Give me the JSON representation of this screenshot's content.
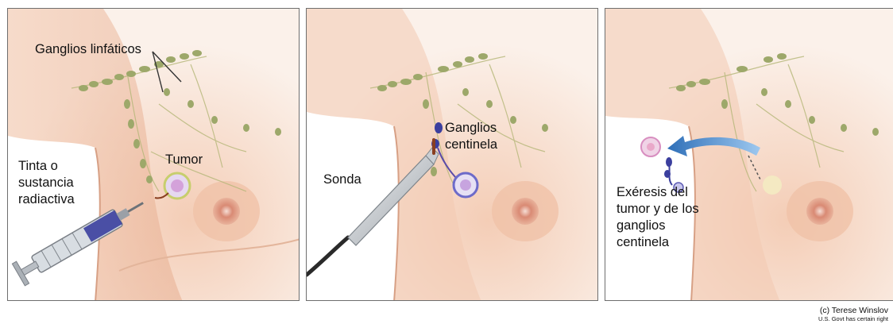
{
  "panels": [
    {
      "labels": {
        "lymph_nodes": "Ganglios linfáticos",
        "tumor": "Tumor",
        "dye": "Tinta o\nsustancia\nradiactiva"
      }
    },
    {
      "labels": {
        "probe": "Sonda",
        "sentinel_nodes": "Ganglios\ncentinela"
      }
    },
    {
      "labels": {
        "excision": "Exéresis del\ntumor y de los\nganglios\ncentinela"
      }
    }
  ],
  "credit": {
    "line1": "(c) Terese Winslov",
    "line2": "U.S. Govt has certain right"
  },
  "colors": {
    "skin_light": "#fbf1ea",
    "skin_mid": "#f0c6ad",
    "skin_dark": "#e0a888",
    "node_green": "#9da86a",
    "dye_blue": "#3b3f9e",
    "arrow_blue": "#3f86cf"
  }
}
